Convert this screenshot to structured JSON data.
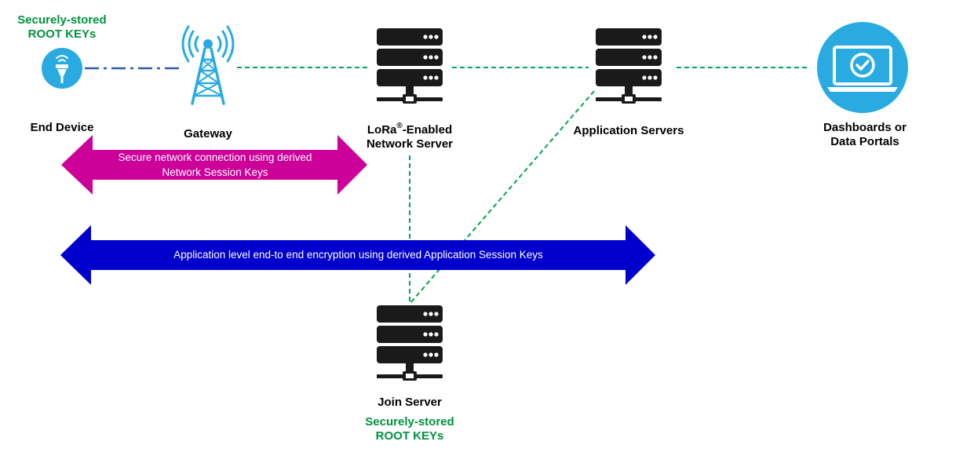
{
  "colors": {
    "icon_blue": "#29abe2",
    "server_black": "#1a1a1a",
    "link_green": "#00a651",
    "link_blue": "#2e5aa8",
    "magenta_arrow": "#cc0099",
    "blue_arrow": "#0000cc",
    "root_key_green": "#00923f"
  },
  "nodes": {
    "end_device": {
      "label": "End Device",
      "icon": "end-device-icon",
      "note_line1": "Securely-stored",
      "note_line2": "ROOT KEYs"
    },
    "gateway": {
      "label": "Gateway",
      "icon": "radio-tower-icon"
    },
    "network_server": {
      "label_part1": "LoRa",
      "label_sup": "®",
      "label_part2": "-Enabled",
      "label_line2": "Network Server",
      "icon": "server-rack-icon"
    },
    "application_servers": {
      "label": "Application Servers",
      "icon": "server-rack-icon"
    },
    "dashboards": {
      "label_line1": "Dashboards or",
      "label_line2": "Data Portals",
      "icon": "laptop-check-icon"
    },
    "join_server": {
      "label": "Join Server",
      "icon": "server-rack-icon",
      "note_line1": "Securely-stored",
      "note_line2": "ROOT KEYs"
    }
  },
  "arrows": {
    "network": {
      "line1": "Secure network connection using derived",
      "line2": "Network Session Keys"
    },
    "application": {
      "line1": "Application level end-to end encryption using derived Application Session Keys"
    }
  }
}
